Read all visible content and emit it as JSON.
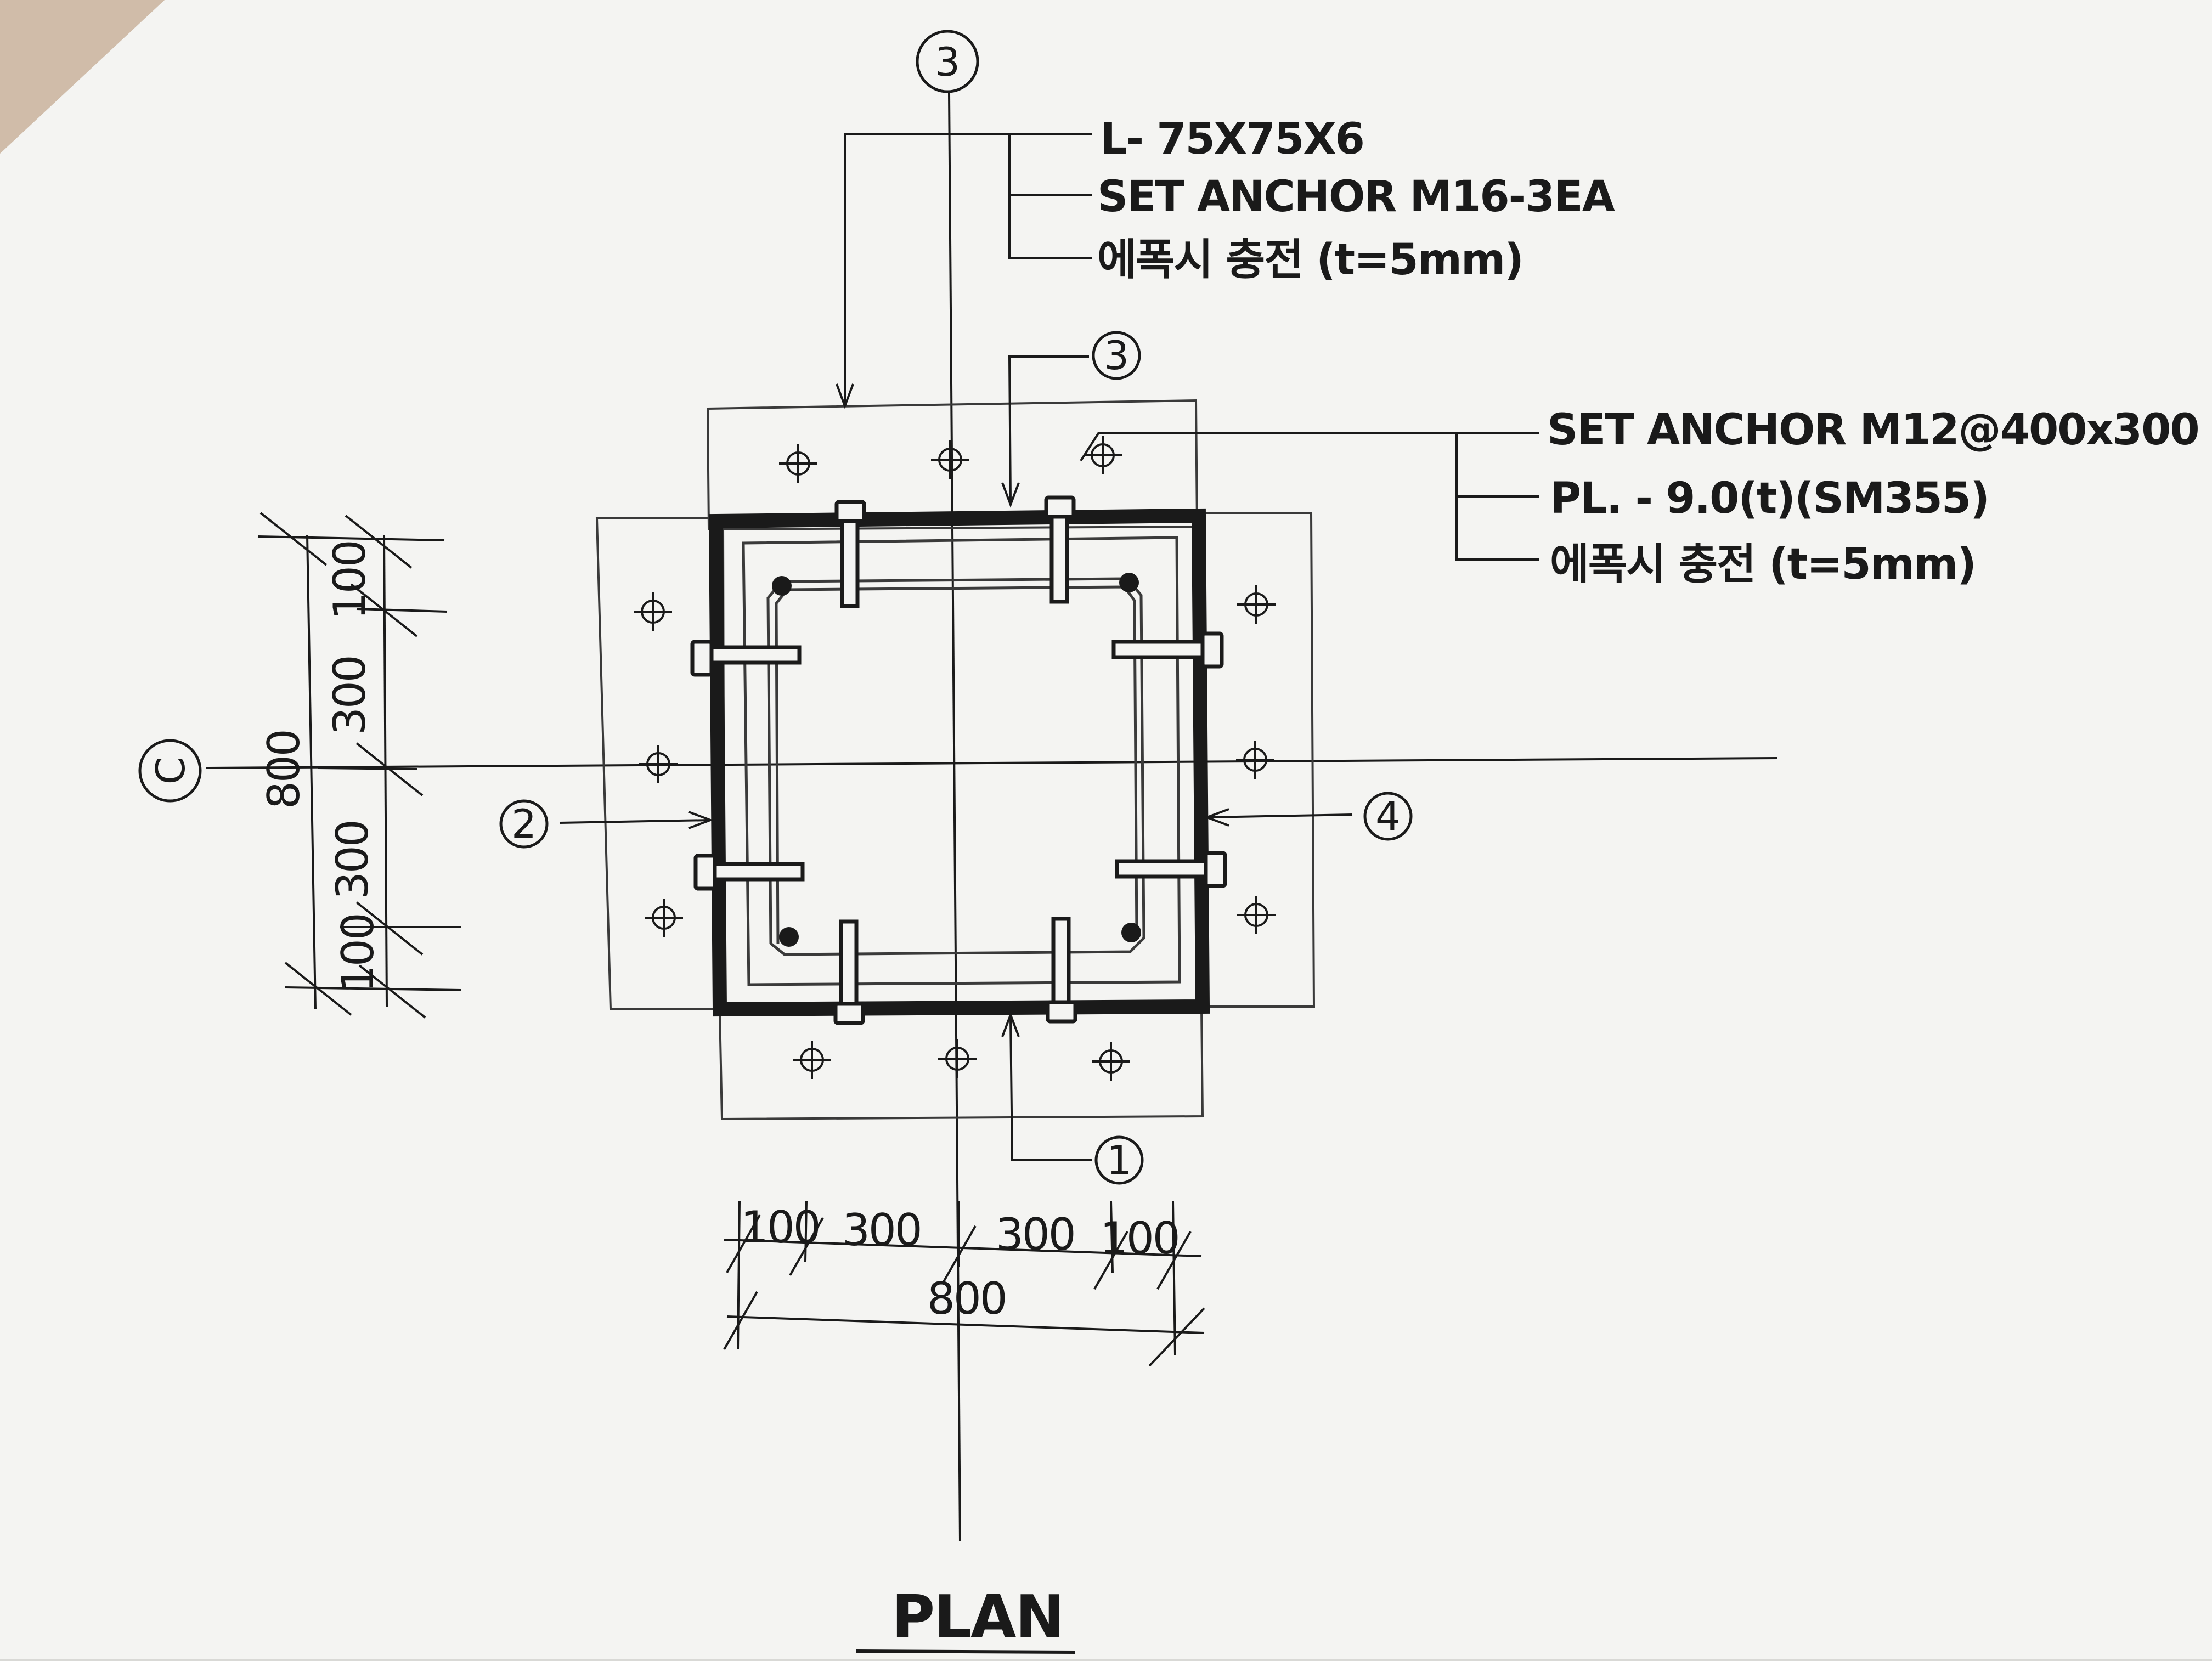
{
  "grid_bubbles": {
    "top": "3",
    "left": "C"
  },
  "part_marks": {
    "mark_1": "1",
    "mark_2": "2",
    "mark_3": "3",
    "mark_4": "4"
  },
  "notes_top": [
    "L- 75X75X6",
    "SET ANCHOR M16-3EA",
    "에폭시 충전 (t=5mm)"
  ],
  "notes_right": [
    "SET ANCHOR M12@400x300",
    "PL. - 9.0(t)(SM355)",
    "에폭시 충전 (t=5mm)"
  ],
  "dims_bottom": [
    "100",
    "300",
    "300",
    "100"
  ],
  "dim_bottom_total": "800",
  "dims_left": [
    "100",
    "300",
    "300",
    "100"
  ],
  "dim_left_total": "800",
  "title": "PLAN",
  "colors": {
    "paper": "#f4f4f2",
    "line": "#1a1a1a",
    "thin_line": "#3a3a3a"
  }
}
